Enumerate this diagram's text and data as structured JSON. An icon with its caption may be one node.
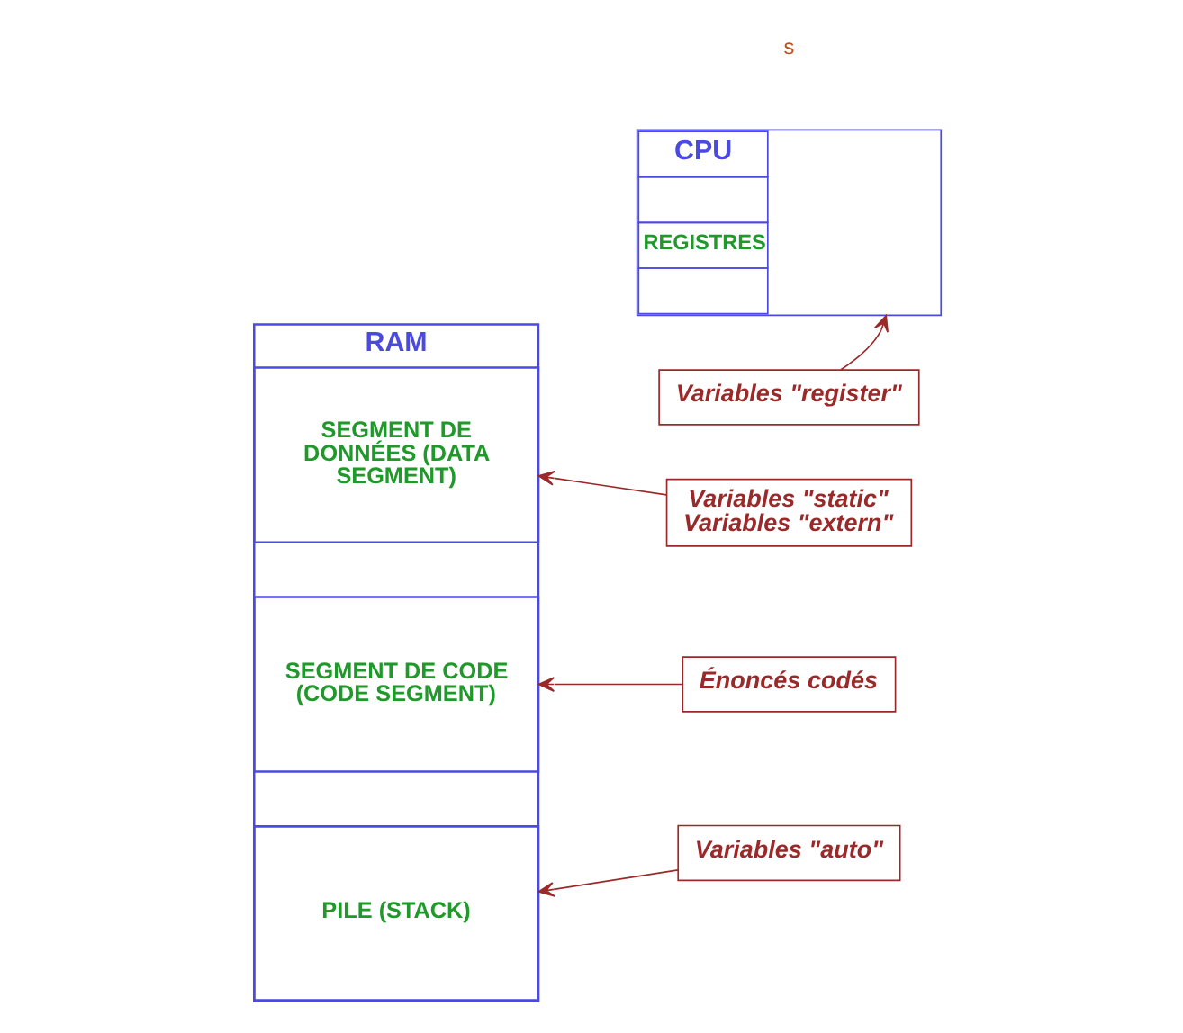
{
  "diagram": {
    "nodes": [
      {
        "text": [
          "RAM"
        ]
      },
      {
        "text": [
          "SEGMENT DE DONNÉES (DATA SEGMENT)"
        ],
        "in": 0
      },
      {
        "text": [
          "SEGMENT DE CODE (CODE SEGMENT)"
        ],
        "in": 0
      },
      {
        "text": [
          "PILE (STACK)"
        ],
        "in": 0
      },
      {
        "text": [
          "CPU",
          "REGISTRES"
        ]
      },
      {
        "text": [
          "Variables \"register\""
        ]
      },
      {
        "text": [
          "Variables \"static\"",
          "Variables \"extern\""
        ]
      },
      {
        "text": [
          "Énoncés codés"
        ]
      },
      {
        "text": [
          "Variables \"auto\""
        ]
      }
    ],
    "edges": [
      {
        "from": 5,
        "to": 4,
        "arrow": "to"
      },
      {
        "from": 6,
        "to": 1,
        "arrow": "to"
      },
      {
        "from": 7,
        "to": 2,
        "arrow": "to"
      },
      {
        "from": 8,
        "to": 3,
        "arrow": "to"
      }
    ],
    "labels": [
      "s"
    ]
  }
}
